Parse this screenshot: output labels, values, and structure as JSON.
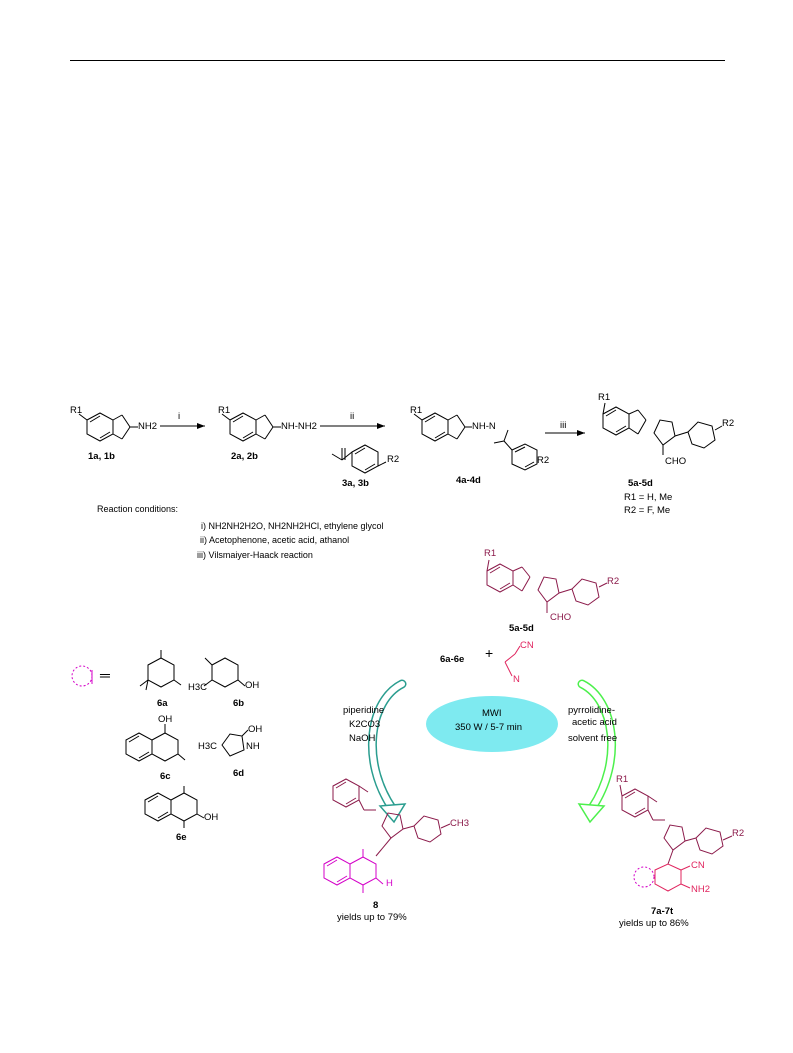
{
  "page": {
    "background": "#ffffff"
  },
  "colors": {
    "maroon": "#8b1a4a",
    "red": "#e0245e",
    "magenta": "#d400c8",
    "cyan": "#7eeaf0",
    "teal_arrow": "#2a9d8f",
    "green_arrow": "#4cf04c"
  },
  "compounds": {
    "c1": {
      "label": "1a, 1b",
      "substituent": "R1",
      "group": "NH2"
    },
    "c2": {
      "label": "2a, 2b",
      "substituent": "R1",
      "group": "NH-NH2"
    },
    "c3": {
      "label": "3a, 3b",
      "substituent": "R2"
    },
    "c4": {
      "label": "4a-4d",
      "substituent": "R1",
      "group": "NH-N",
      "r2": "R2"
    },
    "c5": {
      "label": "5a-5d",
      "r1": "R1",
      "r2": "R2",
      "cho": "CHO",
      "def1": "R1 = H, Me",
      "def2": "R2 = F, Me"
    },
    "c5b": {
      "label": "5a-5d",
      "cho": "CHO"
    },
    "c6": {
      "label": "6a-6e"
    },
    "malono": {
      "cn": "CN",
      "n": "N"
    },
    "plus": "+",
    "equals": "═",
    "c6a": "6a",
    "c6b": "6b",
    "c6c": "6c",
    "c6d": "6d",
    "c6e": "6e",
    "c6b_ch3": "H3C",
    "c6b_oh": "OH",
    "c6c_oh": "OH",
    "c6d_h3c": "H3C",
    "c6d_oh": "OH",
    "c6d_nh": "NH",
    "c6d_n": "N",
    "c6e_oh": "OH",
    "c8": {
      "label": "8",
      "yield": "yields up to 79%",
      "ch3": "CH3",
      "h": "H"
    },
    "c7": {
      "label": "7a-7t",
      "yield": "yields up to 86%",
      "cn": "CN",
      "nh2": "NH2",
      "r1": "R1",
      "r2": "R2"
    }
  },
  "arrows": {
    "a1": "i",
    "a2": "ii",
    "a3": "iii"
  },
  "conditions": {
    "heading": "Reaction conditions:",
    "i": "i) NH2NH2H2O, NH2NH2HCl, ethylene glycol",
    "ii": "ii)  Acetophenone, acetic acid, athanol",
    "iii": "iii)  Vilsmaiyer-Haack reaction"
  },
  "mwi": {
    "line1": "MWI",
    "line2": "350 W / 5-7 min"
  },
  "left_conditions": [
    "piperidine",
    "K2CO3",
    "NaOH"
  ],
  "right_conditions": [
    "pyrrolidine-",
    "acetic acid",
    "solvent free"
  ]
}
